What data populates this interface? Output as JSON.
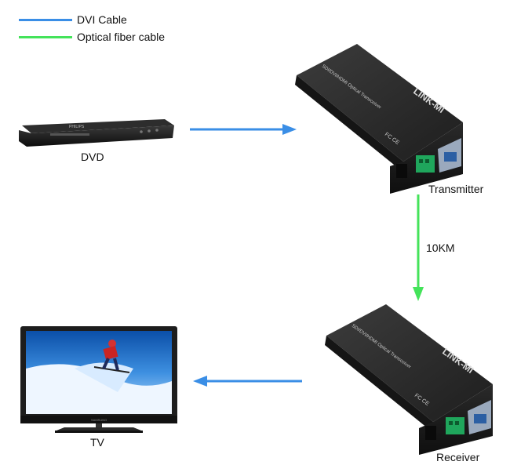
{
  "legend": [
    {
      "label": "DVI Cable",
      "color": "#3a8ee6"
    },
    {
      "label": "Optical fiber cable",
      "color": "#44e35a"
    }
  ],
  "devices": {
    "dvd": {
      "label": "DVD",
      "brand": "PHILIPS"
    },
    "transmitter": {
      "label": "Transmitter",
      "brand": "LINK-MI",
      "model_text": "SDI/DVI/HDMI Optical Transceiver"
    },
    "receiver": {
      "label": "Receiver",
      "brand": "LINK-MI",
      "model_text": "SDI/DVI/HDMI Optical Transceiver"
    },
    "tv": {
      "label": "TV",
      "brand": "SAMSUNG"
    }
  },
  "link": {
    "distance": "10KM"
  }
}
